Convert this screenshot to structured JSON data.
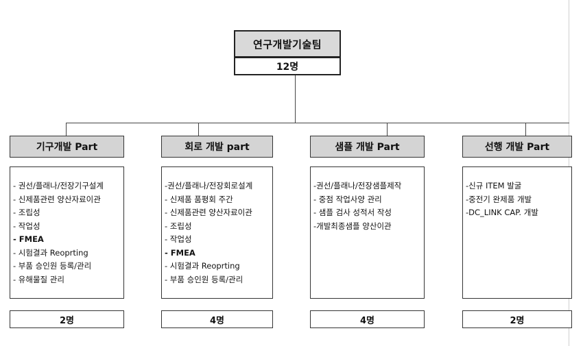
{
  "org": {
    "title": "연구개발기술팀",
    "headcount": "12명"
  },
  "parts": [
    {
      "name": "기구개발 Part",
      "headcount": "2명",
      "items": [
        {
          "text": "- 권선/플래나/전장기구설계",
          "bold": false
        },
        {
          "text": "- 신제품관련 양산자료이관",
          "bold": false
        },
        {
          "text": "- 조립성",
          "bold": false
        },
        {
          "text": "- 작업성",
          "bold": false
        },
        {
          "text": "- FMEA",
          "bold": true
        },
        {
          "text": "- 시험결과 Reoprting",
          "bold": false
        },
        {
          "text": "- 부품 승인원 등록/관리",
          "bold": false
        },
        {
          "text": "- 유해물질 관리",
          "bold": false
        }
      ]
    },
    {
      "name": "회로 개발 part",
      "headcount": "4명",
      "items": [
        {
          "text": "-권선/플래나/전장회로설계",
          "bold": false
        },
        {
          "text": "- 신제품 품평회 주간",
          "bold": false
        },
        {
          "text": "- 신제품관련 양산자료이관",
          "bold": false
        },
        {
          "text": "- 조립성",
          "bold": false
        },
        {
          "text": "- 작업성",
          "bold": false
        },
        {
          "text": "- FMEA",
          "bold": true
        },
        {
          "text": "- 시험결과 Reoprting",
          "bold": false
        },
        {
          "text": "- 부품 승인원 등록/관리",
          "bold": false
        }
      ]
    },
    {
      "name": "샘플 개발 Part",
      "headcount": "4명",
      "items": [
        {
          "text": "-권선/플래나/전장샘플제작",
          "bold": false
        },
        {
          "text": "- 중점 작업사양 관리",
          "bold": false
        },
        {
          "text": "- 샘플 검사 성적서 작성",
          "bold": false
        },
        {
          "text": "-개발최종샘플 양산이관",
          "bold": false
        }
      ]
    },
    {
      "name": "선행 개발 Part",
      "headcount": "2명",
      "items": [
        {
          "text": "-신규 ITEM 발굴",
          "bold": false
        },
        {
          "text": "-중전기 완제품 개발",
          "bold": false
        },
        {
          "text": "-DC_LINK CAP. 개발",
          "bold": false
        }
      ]
    }
  ]
}
